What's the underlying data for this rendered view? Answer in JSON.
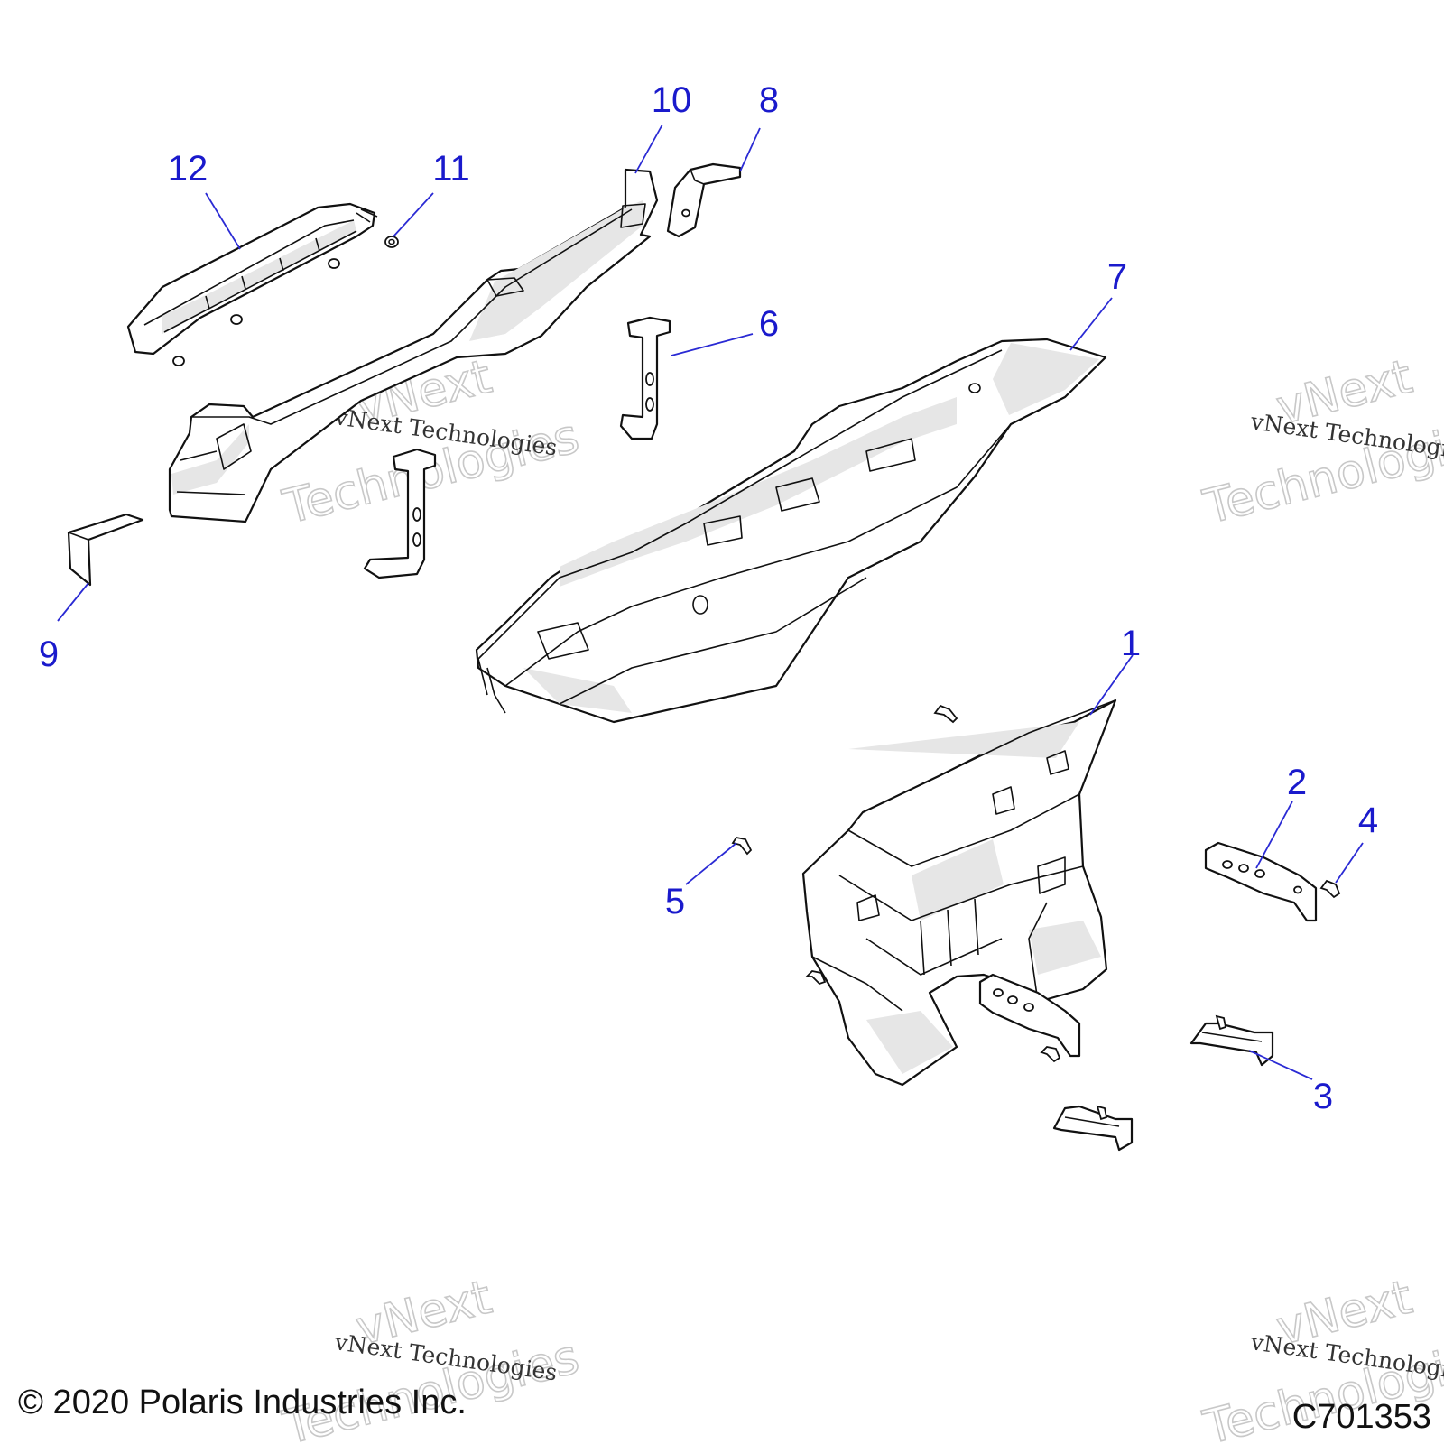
{
  "callouts": {
    "c1": "1",
    "c2": "2",
    "c3": "3",
    "c4": "4",
    "c5": "5",
    "c6": "6",
    "c7": "7",
    "c8": "8",
    "c9": "9",
    "c10": "10",
    "c11": "11",
    "c12": "12"
  },
  "watermark": {
    "line1": "vNext Technologies",
    "big_top": "vNext",
    "big_bottom": "Technologies"
  },
  "footer": {
    "copyright": "© 2020 Polaris Industries Inc.",
    "drawing_number": "C701353"
  },
  "colors": {
    "callout": "#1a1acc",
    "line_art": "#111111"
  }
}
